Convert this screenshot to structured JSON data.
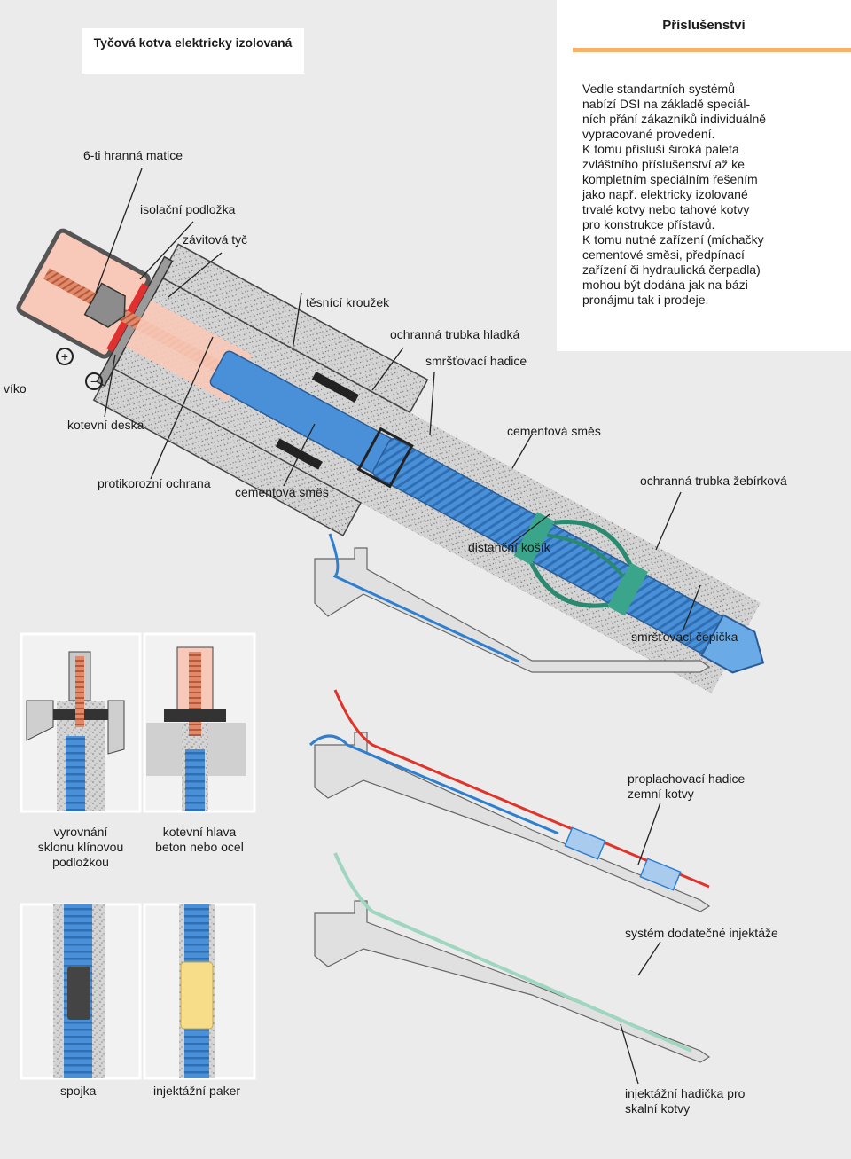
{
  "title": "Tyčová kotva elektricky izolovaná",
  "sidebar": {
    "heading": "Příslušenství",
    "text": "Vedle standartních systémů\nnabízí DSI na základě speciál-\nních přání zákazníků individuálně\nvypracované provedení.\nK tomu přísluší široká paleta\nzvláštního příslušenství až ke\nkompletním speciálním řešením\njako např. elektricky izolované\ntrvalé kotvy nebo tahové kotvy\npro konstrukce přístavů.\nK tomu nutné zařízení (míchačky\ncementové směsi, předpínací\nzařízení či hydraulická čerpadla)\nmohou být dodána jak na bázi\npronájmu tak i prodeje."
  },
  "labels": {
    "hex_nut": "6-ti hranná matice",
    "insulating_washer": "isolační podložka",
    "threaded_bar": "závitová tyč",
    "seal_ring": "těsnící kroužek",
    "smooth_tube": "ochranná trubka hladká",
    "shrink_hose": "smršťovací hadice",
    "cover": "víko",
    "anchor_plate": "kotevní deska",
    "grout_1": "cementová směs",
    "corrosion_protection": "protikorozní ochrana",
    "grout_2": "cementová směs",
    "ribbed_tube": "ochranná trubka žebírková",
    "spacer_basket": "distanční košík",
    "shrink_cap": "smršťovací čepička",
    "flush_hose": "proplachovací hadice\nzemní kotvy",
    "post_grouting": "systém dodatečné injektáže",
    "rock_grout_hose": "injektážní hadička pro\nskalní kotvy",
    "wedge_washer": "vyrovnání\nsklonu klínovou\npodložkou",
    "anchor_head": "kotevní hlava\nbeton nebo ocel",
    "coupler": "spojka",
    "packer": "injektážní paker",
    "plus_sign": "+",
    "minus_sign": "−"
  },
  "colors": {
    "tube_blue": "#4a90d9",
    "tube_dark": "#2f6fb3",
    "rod_copper": "#d9785a",
    "head_pink": "#f8c9b8",
    "grout_gray": "#c8c8c8",
    "spacer_green": "#3aa58a",
    "flush_red": "#e0342b",
    "inject_green": "#9fd6c0",
    "packer_yellow": "#f7dd8a",
    "accent_orange": "#f6b26b"
  }
}
